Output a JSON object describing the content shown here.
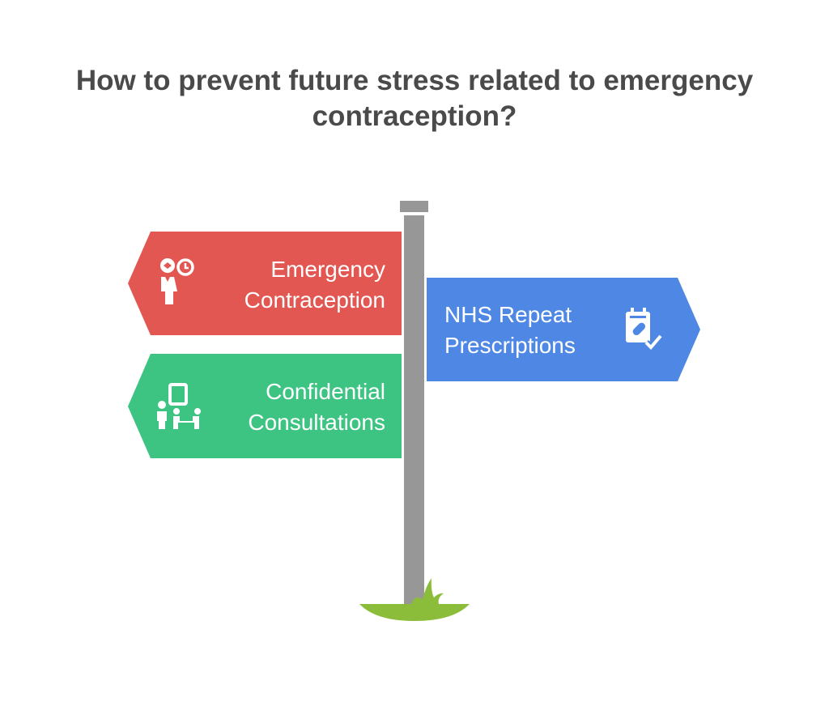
{
  "title": "How to prevent future stress related to emergency contraception?",
  "signs": [
    {
      "line1": "Emergency",
      "line2": "Contraception",
      "icon": "person-clock-icon",
      "color": "#E35752",
      "direction": "left"
    },
    {
      "line1": "NHS Repeat",
      "line2": "Prescriptions",
      "icon": "calendar-pill-check-icon",
      "color": "#4F88E4",
      "direction": "right"
    },
    {
      "line1": "Confidential",
      "line2": "Consultations",
      "icon": "consultation-people-icon",
      "color": "#3DC483",
      "direction": "left"
    }
  ],
  "colors": {
    "pole": "#979797",
    "grass": "#8CBD3A",
    "title": "#4A4A4A"
  }
}
